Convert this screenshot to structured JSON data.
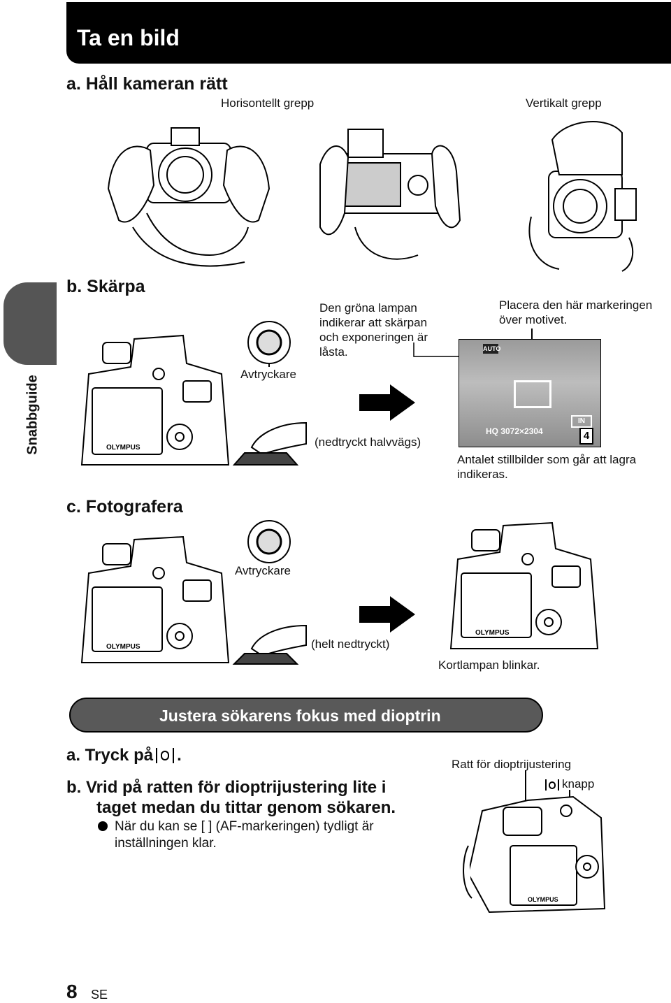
{
  "header": {
    "title": "Ta en bild"
  },
  "side_tab": {
    "label": "Snabbguide"
  },
  "section_a": {
    "heading": "a.  Håll kameran rätt",
    "label_horizontal": "Horisontellt grepp",
    "label_vertical": "Vertikalt grepp"
  },
  "section_b": {
    "heading": "b.  Skärpa",
    "shutter_label": "Avtryckare",
    "green_lamp_line1": "Den gröna lampan",
    "green_lamp_line2": "indikerar att skärpan",
    "green_lamp_line3": "och exponeringen är",
    "green_lamp_line4": "låsta.",
    "half_press": "(nedtryckt halvvägs)",
    "place_mark_line1": "Placera den här markeringen",
    "place_mark_line2": "över motivet.",
    "screen_mode": "AUTO",
    "screen_info": "HQ  3072×2304",
    "screen_memory": "IN",
    "screen_count": "4",
    "count_note_line1": "Antalet stillbilder som går att lagra",
    "count_note_line2": "indikeras."
  },
  "section_c": {
    "heading": "c.  Fotografera",
    "shutter_label": "Avtryckare",
    "full_press": "(helt nedtryckt)",
    "card_lamp": "Kortlampan blinkar."
  },
  "diopter": {
    "banner": "Justera sökarens fokus med dioptrin",
    "step_a_prefix": "a.  Tryck på",
    "step_a_suffix": ".",
    "step_b_line1": "b.  Vrid på ratten för dioptrijustering lite i",
    "step_b_line2": "taget medan du tittar genom sökaren.",
    "note_line1": "När du kan se [ ] (AF-markeringen) tydligt är",
    "note_line2": "inställningen klar.",
    "dial_label": "Ratt för dioptrijustering",
    "button_label": "knapp"
  },
  "camera_brand": "OLYMPUS",
  "footer": {
    "page_number": "8",
    "language": "SE"
  }
}
